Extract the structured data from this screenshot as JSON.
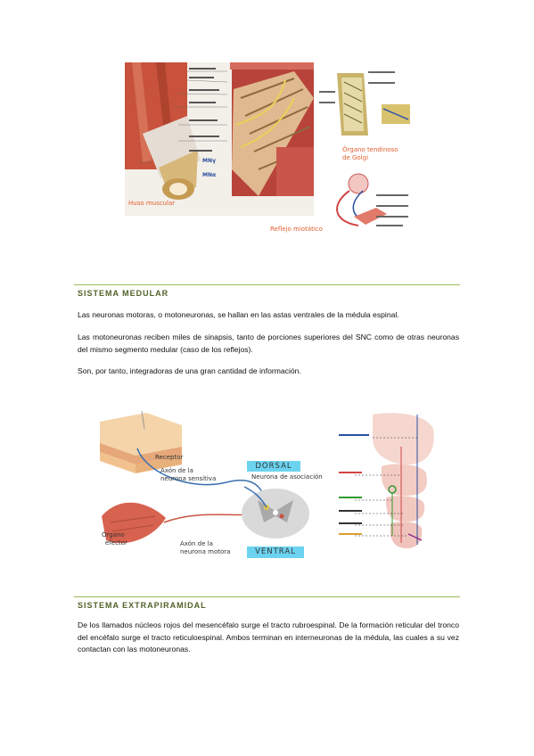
{
  "figure1": {
    "huso_label": "Huso muscular",
    "organo_label_1": "Órgano tendinoso",
    "organo_label_2": "de Golgi",
    "reflejo_label": "Reflejo miotático",
    "mn_gamma": "MNγ",
    "mn_alpha": "MNα"
  },
  "sections": {
    "medular": {
      "heading": "SISTEMA MEDULAR",
      "paragraphs": [
        "Las neuronas motoras, o motoneuronas, se hallan en las astas ventrales de la médula espinal.",
        "Las motoneuronas reciben miles de sinapsis, tanto de porciones superiores del SNC como de otras neuronas del mismo segmento medular (caso de los reflejos).",
        "Son, por tanto, integradoras de una gran cantidad de información."
      ]
    },
    "extrapiramidal": {
      "heading": "SISTEMA EXTRAPIRAMIDAL",
      "paragraph": "De los llamados núcleos rojos del mesencéfalo surge el tracto rubroespinal. De la formación reticular del tronco del encéfalo surge el tracto reticuloespinal. Ambos terminan en interneuronas de la médula, las cuales a su vez contactan con las motoneuronas."
    }
  },
  "figure2": {
    "receptor": "Receptor",
    "axon_sensitiva_1": "Axón de la",
    "axon_sensitiva_2": "neurona sensitiva",
    "dorsal": "DORSAL",
    "neurona_asociacion": "Neurona de asociación",
    "organo_efector_1": "Órgano",
    "organo_efector_2": "efector",
    "axon_motora_1": "Axón de la",
    "axon_motora_2": "neurona motora",
    "ventral": "VENTRAL"
  },
  "colors": {
    "accent": "#9bbb59",
    "heading": "#4f6228",
    "label_blue": "#6bd3f0",
    "caption_red": "#e06030"
  }
}
